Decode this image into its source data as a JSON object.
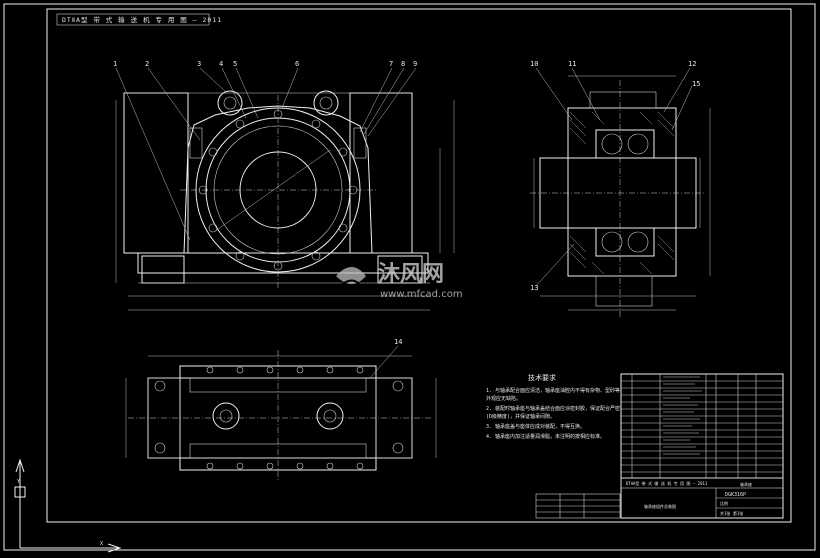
{
  "drawing": {
    "header_label": "DTⅡA型 带 式 输 送 机 专 用 图 — 2011",
    "part_callouts": [
      "1",
      "2",
      "3",
      "4",
      "5",
      "6",
      "7",
      "8",
      "9",
      "10",
      "11",
      "12",
      "13",
      "14",
      "15"
    ],
    "tech_requirements_title": "技术要求",
    "tech_requirements": [
      "1. 与轴承配合面应清洁，轴承座油腔内不得有杂物、型砂等",
      "   外观应无缺陷。",
      "2. 装配时轴承座与轴承盖结合面应涂密封胶，保证配合严密",
      "   (D级精度)，并保证轴承间隙。",
      "3. 轴承座盖与座体应成对装配，不得互换。",
      "4. 轴承座内加注适量润滑脂，未注明的按相应标准。"
    ],
    "title_block": {
      "drawing_code": "DGK316P",
      "assembly_label": "轴承座",
      "standard_label": "DTⅡA型 带 式 输 送 机 专 用 图 — 2011",
      "drawing_name": "轴承座组件总装图",
      "scale_label": "比例",
      "sheet_label": "共1张 第1张"
    },
    "watermark": {
      "brand": "沐风网",
      "url": "www.mfcad.com"
    }
  },
  "colors": {
    "background": "#000000",
    "line": "#f0f0f0"
  }
}
